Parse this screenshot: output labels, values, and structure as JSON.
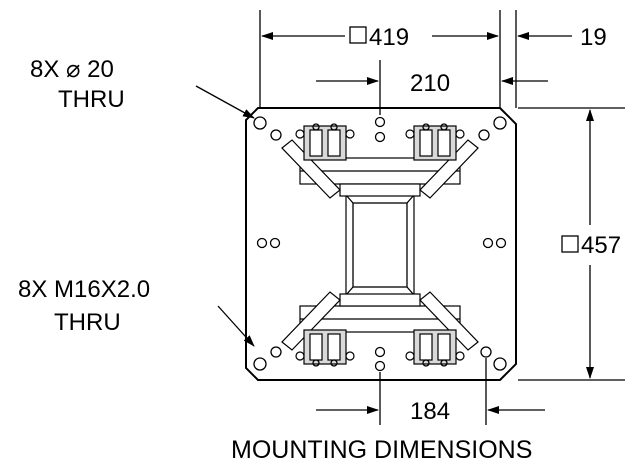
{
  "title": "MOUNTING DIMENSIONS",
  "dimensions": {
    "square_width": "419",
    "square_height": "457",
    "center_spacing_top": "210",
    "edge_offset": "19",
    "center_spacing_bottom": "184"
  },
  "callouts": {
    "through_holes": {
      "line1": "8X ⌀ 20",
      "line2": "THRU"
    },
    "tapped_holes": {
      "line1": "8X M16X2.0",
      "line2": "THRU"
    }
  },
  "symbols": {
    "square": "square-symbol",
    "diameter": "diameter-symbol"
  }
}
